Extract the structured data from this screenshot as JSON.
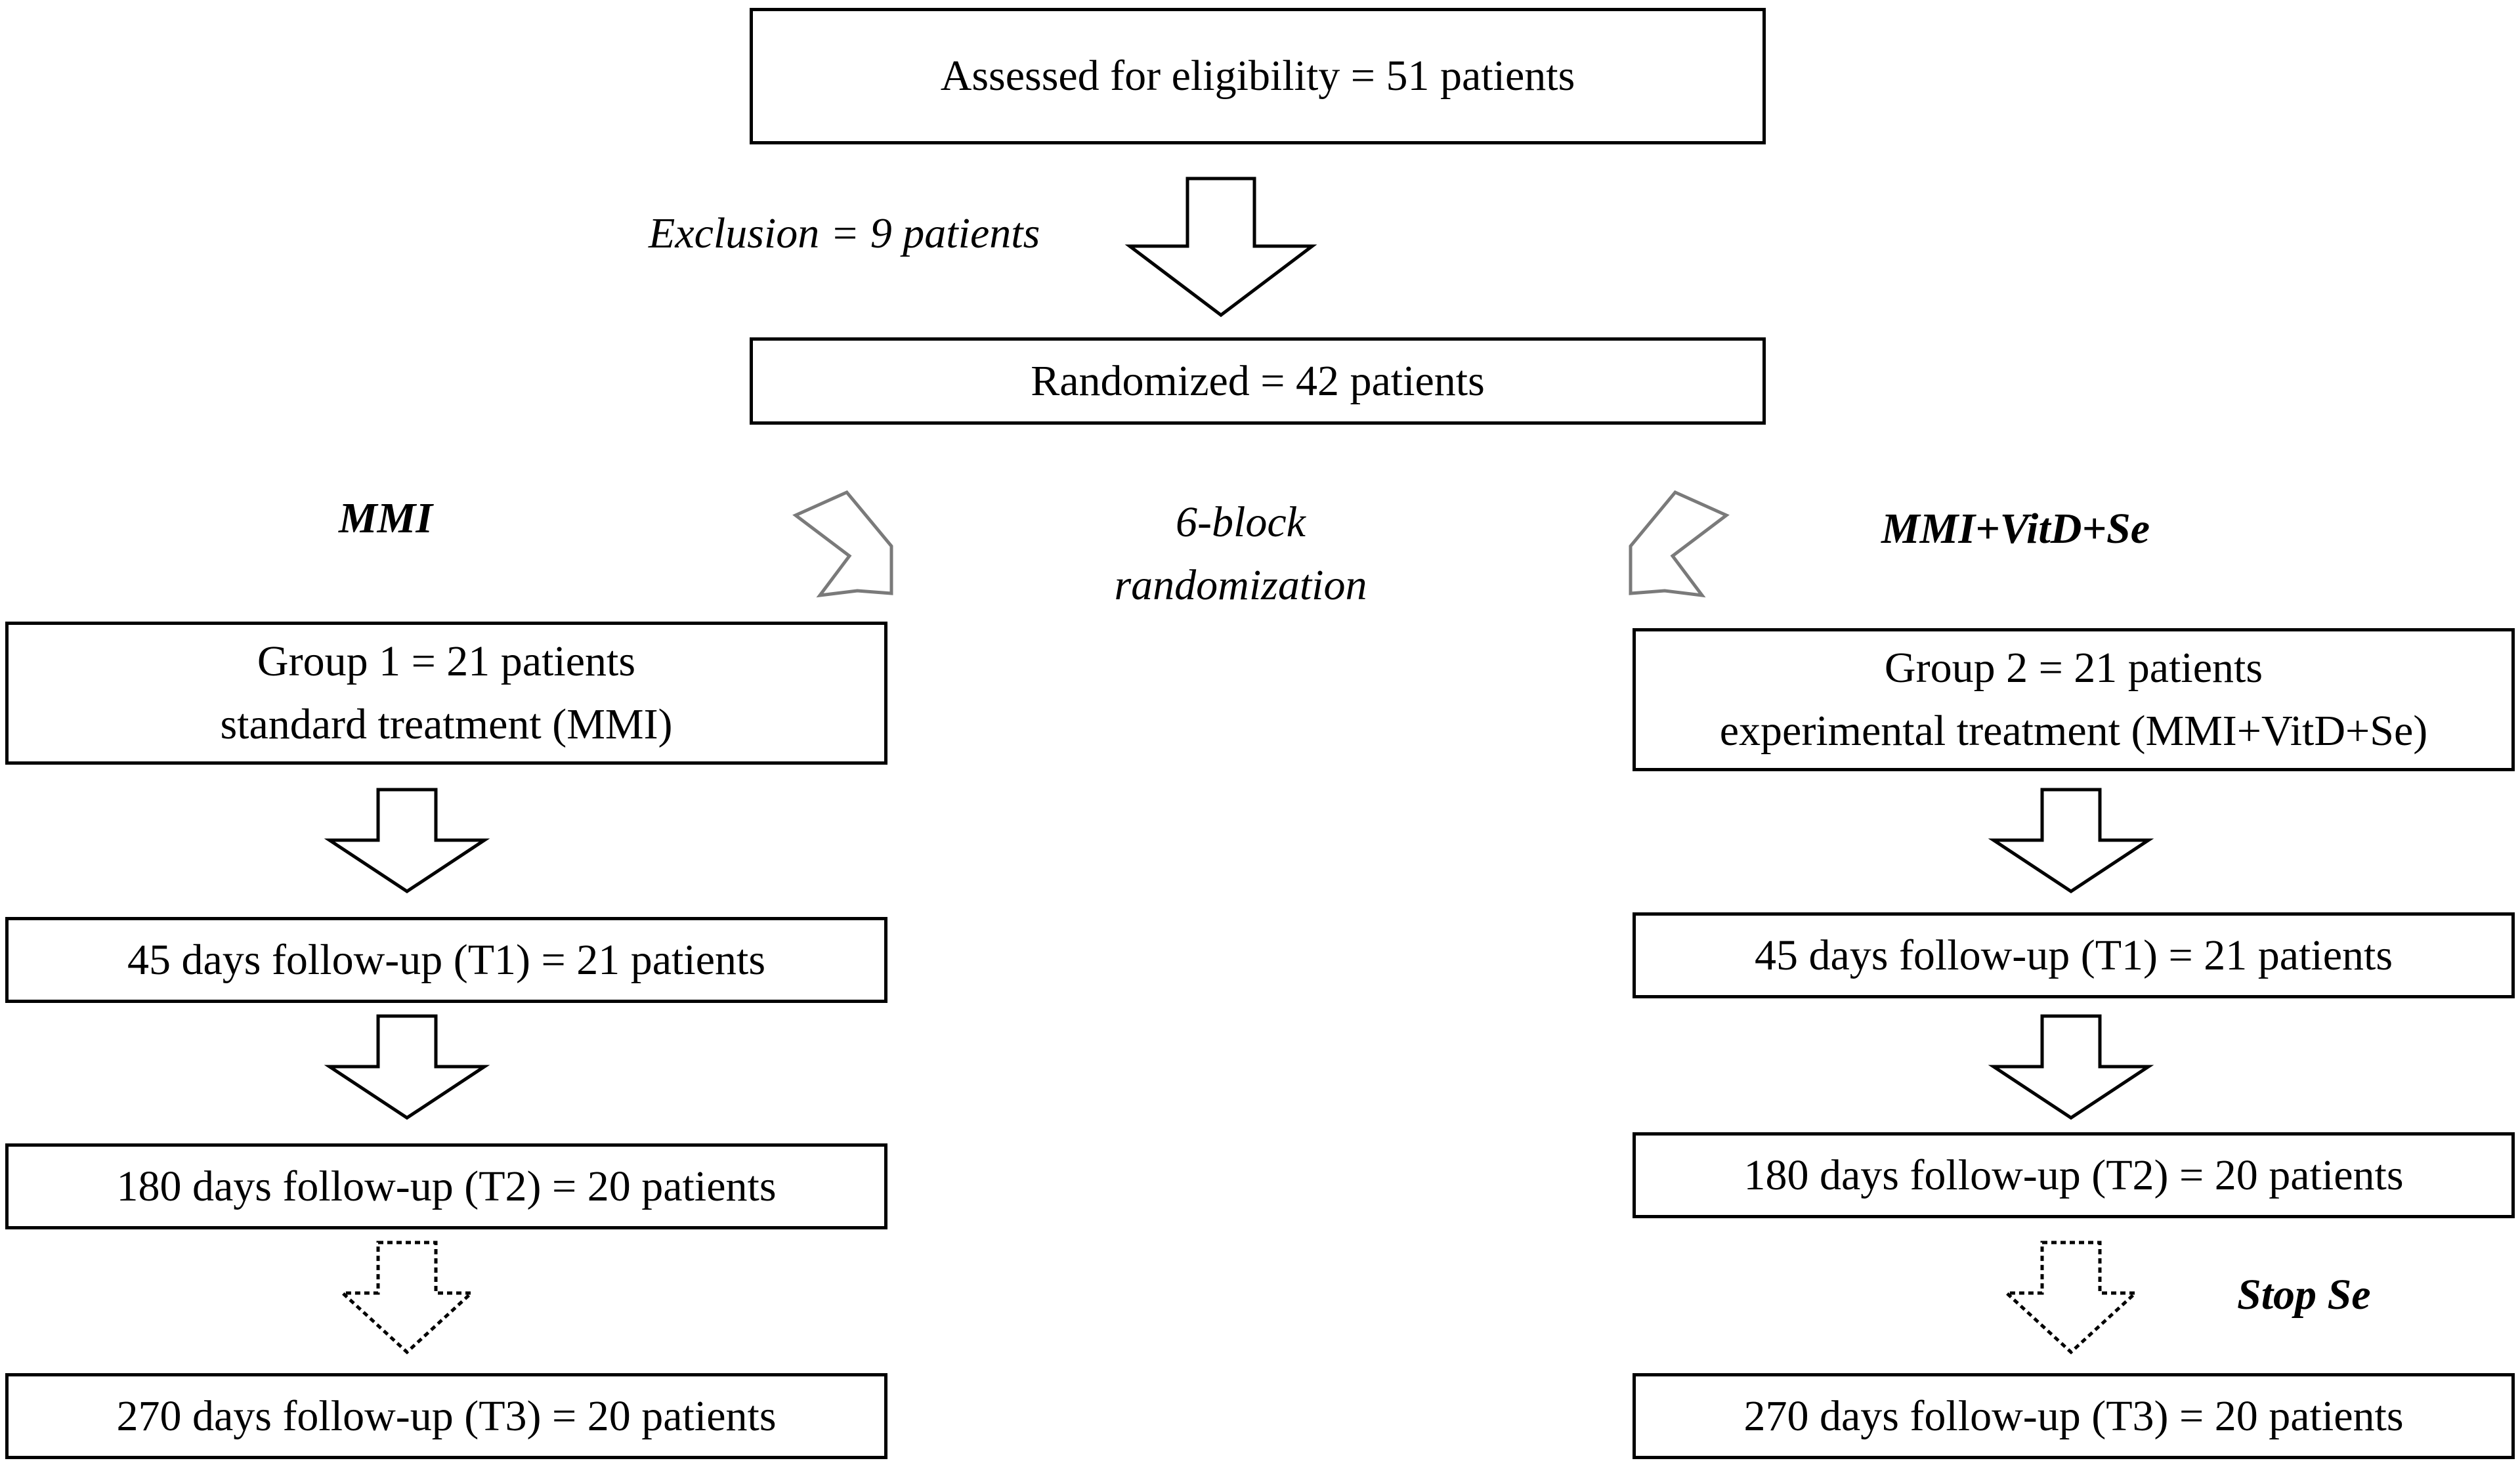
{
  "assessed": "Assessed for eligibility = 51 patients",
  "exclusion": "Exclusion = 9 patients",
  "randomized": "Randomized = 42 patients",
  "randomization_method": [
    "6-block",
    "randomization"
  ],
  "arm_left": {
    "label": "MMI",
    "group": [
      "Group 1 = 21 patients",
      "standard treatment (MMI)"
    ],
    "t1": "45 days follow-up (T1) = 21 patients",
    "t2": "180 days follow-up (T2) = 20 patients",
    "t3": "270 days follow-up (T3) = 20 patients"
  },
  "arm_right": {
    "label": "MMI+VitD+Se",
    "group": [
      "Group 2 =  21 patients",
      "experimental treatment (MMI+VitD+Se)"
    ],
    "t1": "45 days follow-up (T1) = 21 patients",
    "t2": "180 days follow-up (T2) = 20 patients",
    "stop_note": "Stop Se",
    "t3": "270 days follow-up (T3) = 20 patients"
  }
}
